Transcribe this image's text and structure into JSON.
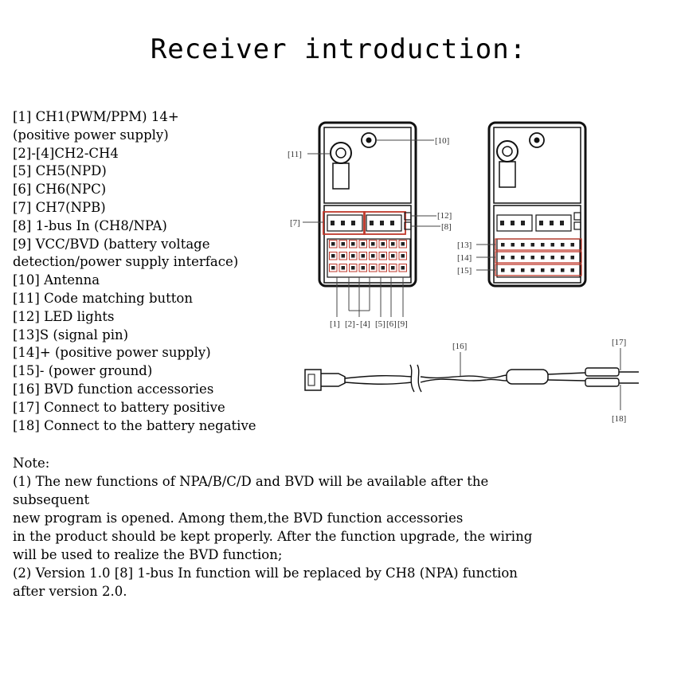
{
  "title": "Receiver introduction:",
  "legend": [
    "[1] CH1(PWM/PPM) 14+",
    "(positive power supply)",
    "[2]-[4]CH2-CH4",
    "[5] CH5(NPD)",
    "[6] CH6(NPC)",
    "[7] CH7(NPB)",
    "[8] 1-bus In (CH8/NPA)",
    "[9] VCC/BVD (battery voltage",
    "detection/power supply interface)",
    "[10] Antenna",
    "[11] Code matching button",
    "[12] LED lights",
    "[13]S (signal pin)",
    "[14]+ (positive power supply)",
    "[15]- (power ground)",
    "[16] BVD function accessories",
    "[17] Connect to battery positive",
    "[18] Connect to the battery negative"
  ],
  "note": [
    "Note:",
    "(1) The new functions of NPA/B/C/D and BVD will be available after the",
    "subsequent",
    "new program is opened. Among them,the BVD function accessories",
    "in the product should be kept properly. After the function upgrade, the wiring",
    "will be used to realize the BVD function;",
    "(2) Version 1.0 [8] 1-bus In function will be replaced by CH8 (NPA) function",
    "after version 2.0."
  ],
  "diagram_labels": {
    "l1": "[1]",
    "l2": "[2]",
    "l4": "[4]",
    "l5": "[5]",
    "l6": "[6]",
    "l9": "[9]",
    "l7": "[7]",
    "l8": "[8]",
    "l10": "[10]",
    "l11": "[11]",
    "l12": "[12]",
    "l13": "[13]",
    "l14": "[14]",
    "l15": "[15]",
    "l16": "[16]",
    "l17": "[17]",
    "l18": "[18]"
  }
}
